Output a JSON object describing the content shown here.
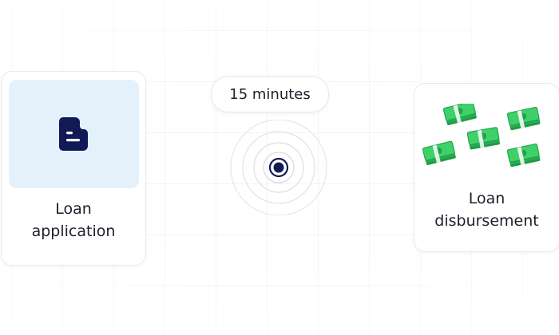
{
  "steps": {
    "start": {
      "label_line1": "Loan",
      "label_line2": "application",
      "icon": "document-icon"
    },
    "end": {
      "label_line1": "Loan",
      "label_line2": "disbursement",
      "icon": "cash-stack-icon"
    }
  },
  "duration": {
    "label": "15 minutes"
  },
  "colors": {
    "navy": "#121a55",
    "panel_blue": "#e4f1fa",
    "cash_green": "#2fbf5a",
    "line_blue": "#2a78d6"
  }
}
